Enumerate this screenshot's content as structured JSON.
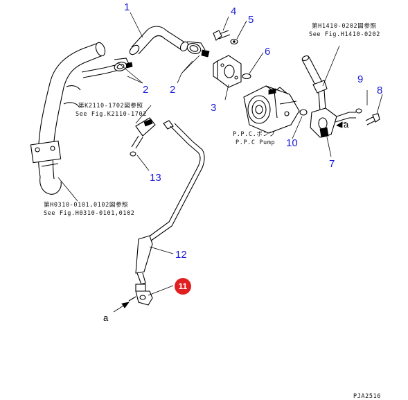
{
  "callouts": {
    "c1": "1",
    "c2a": "2",
    "c2b": "2",
    "c3": "3",
    "c4": "4",
    "c5": "5",
    "c6": "6",
    "c7": "7",
    "c8": "8",
    "c9": "9",
    "c10": "10",
    "c11": "11",
    "c12": "12",
    "c13": "13"
  },
  "notes": {
    "h1410_jp": "第H1410-0202図参照",
    "h1410_en": "See Fig.H1410-0202",
    "k2110_jp": "第K2110-1702図参照",
    "k2110_en": "See Fig.K2110-1702",
    "h0310_jp": "第H0310-0101,0102図参照",
    "h0310_en": "See Fig.H0310-0101,0102",
    "ppc_jp": "P.P.C.ポンプ",
    "ppc_en": "P.P.C Pump"
  },
  "connection_marks": {
    "a_right": "a",
    "a_left": "a"
  },
  "drawing_id": "PJA2516",
  "colors": {
    "callout_text": "#1a1ad6",
    "highlight_fill": "#e02020",
    "line": "#000000",
    "background": "#ffffff"
  }
}
